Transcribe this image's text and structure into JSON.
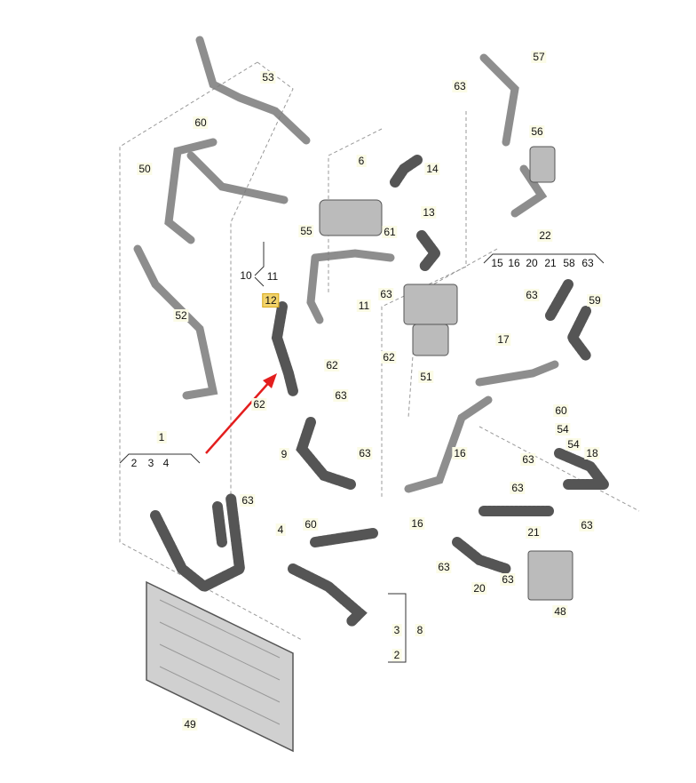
{
  "diagram_title": "",
  "callouts": [
    "53",
    "60",
    "50",
    "52",
    "63",
    "57",
    "56",
    "6",
    "14",
    "13",
    "55",
    "61",
    "10",
    "11",
    "12",
    "11",
    "63",
    "62",
    "62",
    "51",
    "63",
    "62",
    "22",
    "15",
    "16",
    "20",
    "21",
    "58",
    "63",
    "63",
    "59",
    "17",
    "60",
    "54",
    "54",
    "16",
    "18",
    "63",
    "63",
    "63",
    "21",
    "9",
    "63",
    "16",
    "60",
    "63",
    "4",
    "1",
    "2",
    "3",
    "4",
    "63",
    "20",
    "63",
    "48",
    "3",
    "8",
    "2",
    "49"
  ],
  "highlighted_part": "12",
  "colors": {
    "arrow": "#e31e1e",
    "highlight": "#f2d36b",
    "part": "#6d6d6d",
    "hose": "#8a8a8a"
  }
}
